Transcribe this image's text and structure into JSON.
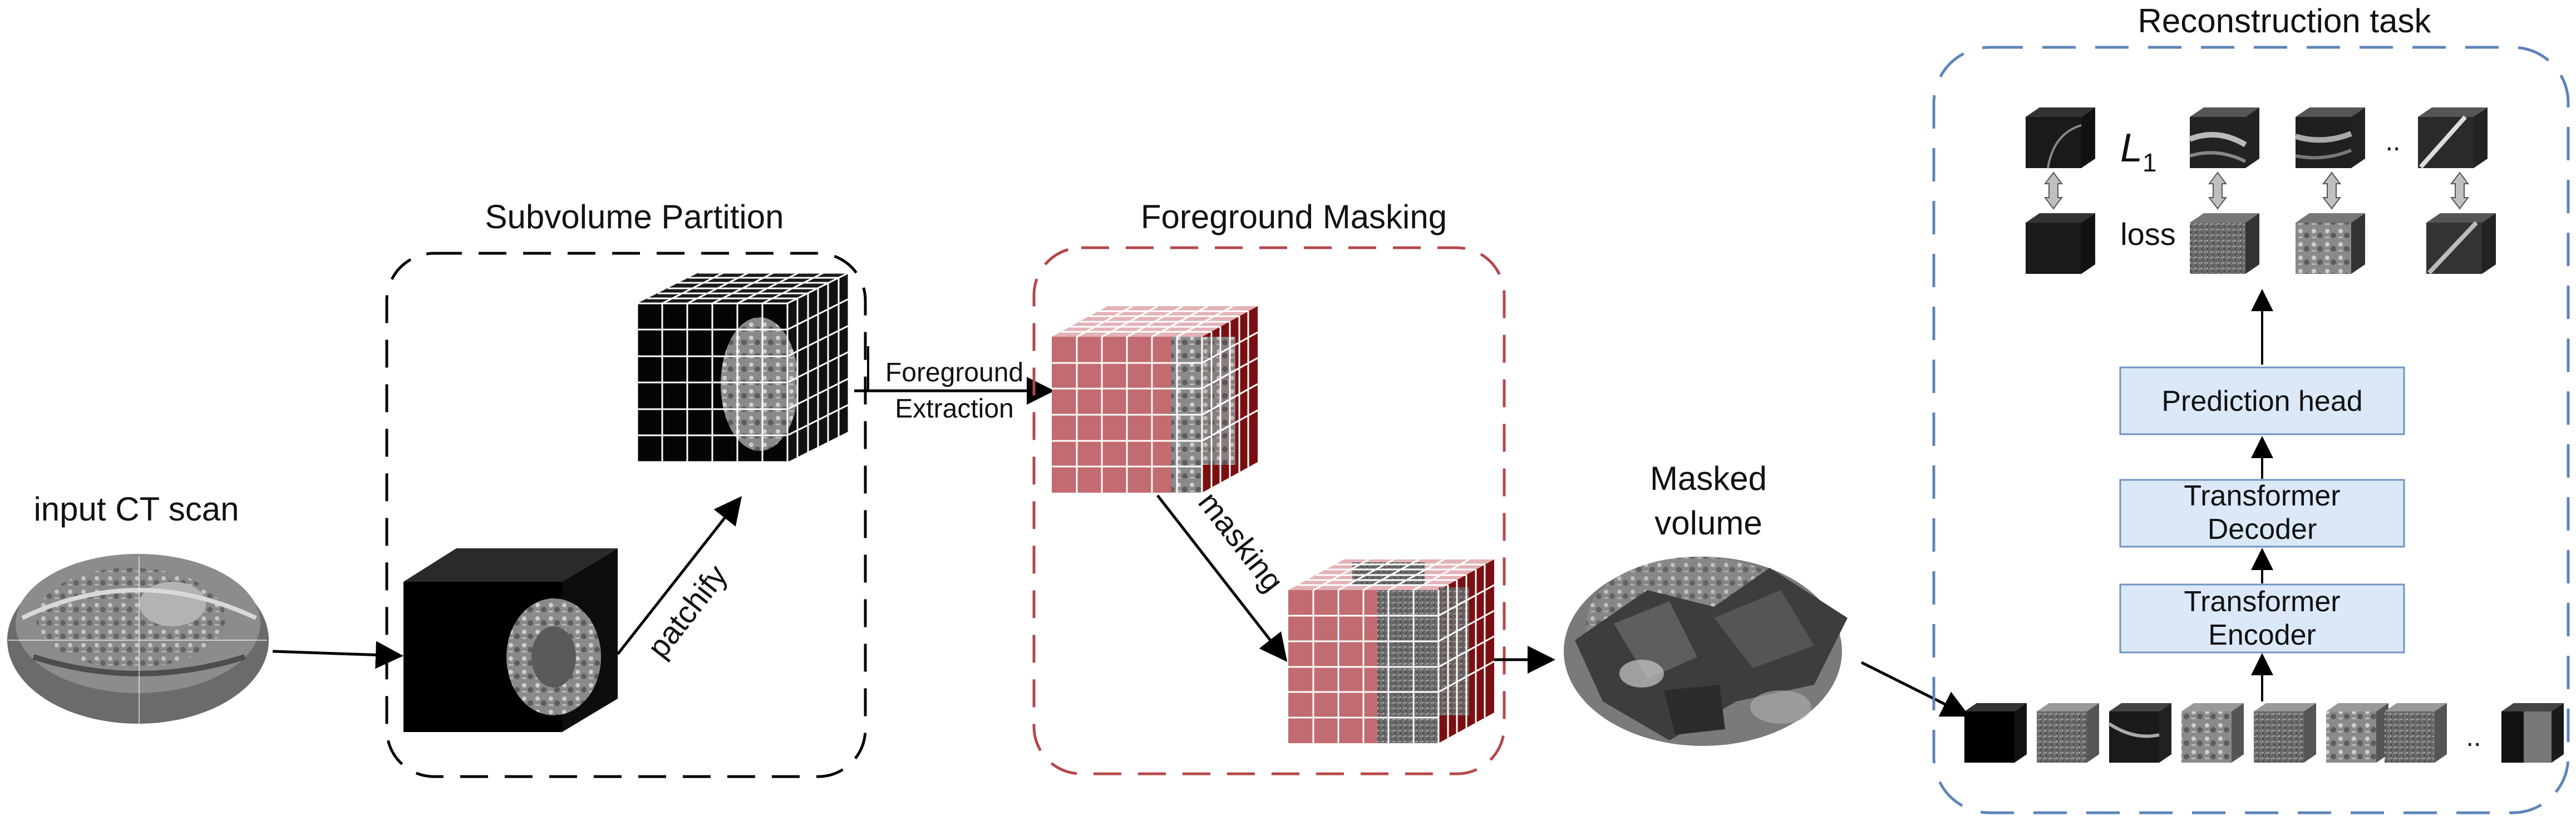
{
  "labels": {
    "input": "input CT scan",
    "subvolume": "Subvolume Partition",
    "patchify": "patchify",
    "foreground_line1": "Foreground",
    "foreground_line2": "Extraction",
    "fg_masking": "Foreground Masking",
    "masking": "masking",
    "masked_line1": "Masked",
    "masked_line2": "volume",
    "recon": "Reconstruction task",
    "loss_symbol": "L",
    "loss_subscript": "1",
    "loss_word": "loss",
    "dots": ".."
  },
  "decoder_stack": [
    "Prediction head",
    [
      "Transformer",
      "Decoder"
    ],
    [
      "Transformer",
      "Encoder"
    ]
  ],
  "colors": {
    "subvolume_border": "#000000",
    "masking_border": "#b5484b",
    "recon_border": "#5d84b8",
    "box_fill": "#dbe8f8",
    "box_stroke": "#6f93c4",
    "mask_red": "#c26b70",
    "mask_dark": "#7a0f12"
  }
}
